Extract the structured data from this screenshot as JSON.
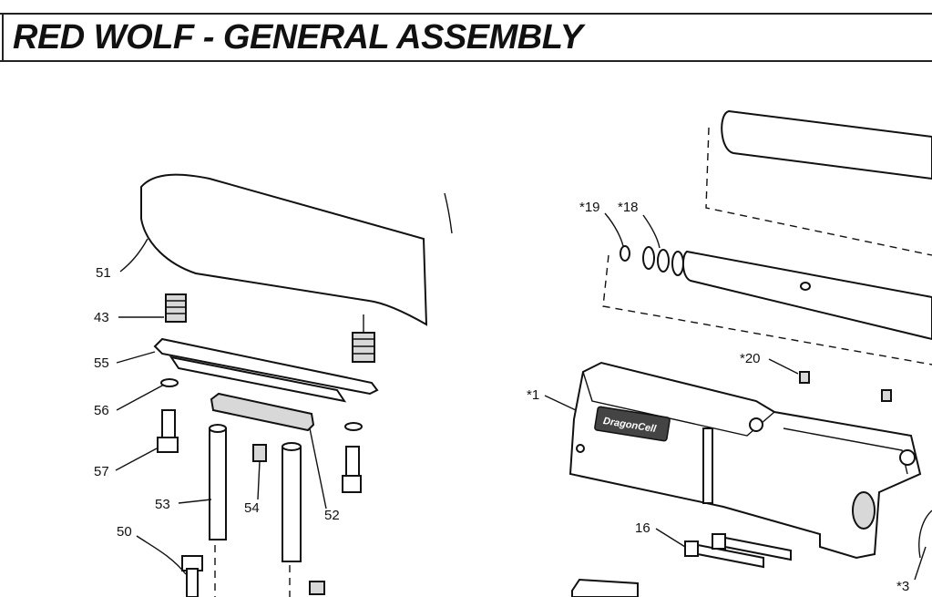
{
  "title": "RED WOLF  - GENERAL ASSEMBLY",
  "brand_mark": "DragonCell",
  "labels": {
    "p51": "51",
    "p43": "43",
    "p55": "55",
    "p56": "56",
    "p57": "57",
    "p53": "53",
    "p54": "54",
    "p52": "52",
    "p50": "50",
    "p19": "*19",
    "p18": "*18",
    "p20": "*20",
    "p1": "*1",
    "p16": "16",
    "p3": "*3"
  }
}
